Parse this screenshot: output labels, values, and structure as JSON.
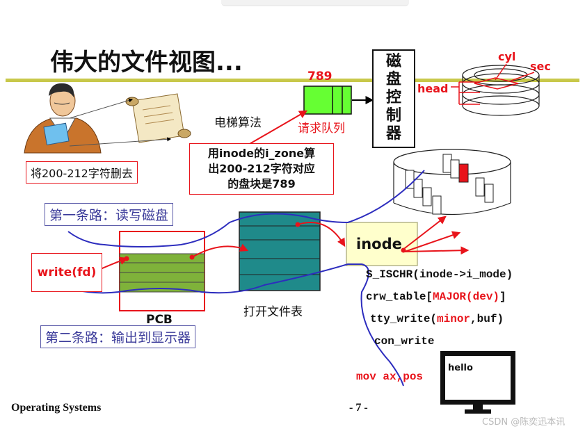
{
  "title": "伟大的文件视图...",
  "labels": {
    "num_789": "789",
    "controller": [
      "磁",
      "盘",
      "控",
      "制",
      "器"
    ],
    "cyl": "cyl",
    "sec": "sec",
    "head": "head",
    "elevator": "电梯算法",
    "request_queue": "请求队列",
    "delete_note": "将200-212字符删去",
    "inode_note": [
      "用inode的i_zone算",
      "出200-212字符对应",
      "的盘块是789"
    ],
    "road1": "第一条路：读写磁盘",
    "road2": "第二条路：输出到显示器",
    "write_fd": "write(fd)",
    "pcb": "PCB",
    "open_file_table": "打开文件表",
    "inode": "inode",
    "hello": "hello"
  },
  "code_lines": [
    [
      {
        "t": "S_ISCHR(inode->i_mode)",
        "red": false
      }
    ],
    [
      {
        "t": "crw_table[",
        "red": false
      },
      {
        "t": "MAJOR(dev)",
        "red": true
      },
      {
        "t": "]",
        "red": false
      }
    ],
    [
      {
        "t": "tty_write(",
        "red": false
      },
      {
        "t": "minor",
        "red": true
      },
      {
        "t": ",buf)",
        "red": false
      }
    ],
    [
      {
        "t": "con_write",
        "red": false
      }
    ]
  ],
  "mov_line": "mov ax,pos",
  "footer": {
    "left": "Operating Systems",
    "page": "- 7 -",
    "watermark": "CSDN @陈奕迅本讯"
  },
  "colors": {
    "accent_bar": "#c8c84a",
    "red": "#e8141b",
    "blue_path": "#2d2dbe",
    "green_queue": "#66ff33",
    "table_teal": "#1f8a8a",
    "pcb_green": "#7fb23a",
    "inode_bg": "#ffffcc"
  }
}
